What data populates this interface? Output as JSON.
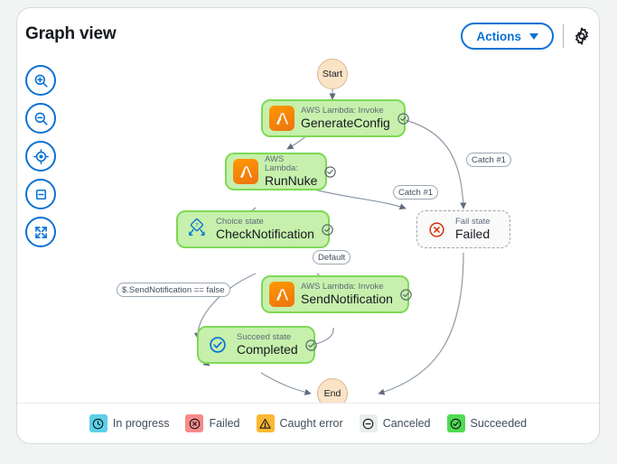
{
  "header": {
    "title": "Graph view",
    "actions_label": "Actions",
    "caret_icon": "chevron-down-icon",
    "settings_icon": "gear-icon"
  },
  "toolbar": {
    "items": [
      {
        "name": "zoom-in-icon",
        "tooltip": "Zoom in"
      },
      {
        "name": "zoom-out-icon",
        "tooltip": "Zoom out"
      },
      {
        "name": "center-target-icon",
        "tooltip": "Center"
      },
      {
        "name": "fit-screen-icon",
        "tooltip": "Fit to window"
      },
      {
        "name": "expand-icon",
        "tooltip": "Full screen"
      }
    ]
  },
  "graph": {
    "start_label": "Start",
    "end_label": "End",
    "nodes": [
      {
        "id": "generateconfig",
        "type": "AWS Lambda: Invoke",
        "name": "GenerateConfig",
        "icon": "lambda-icon",
        "status": "succeeded"
      },
      {
        "id": "runnuke",
        "type": "AWS Lambda:",
        "name": "RunNuke",
        "icon": "lambda-icon",
        "status": "succeeded"
      },
      {
        "id": "checknotification",
        "type": "Choice state",
        "name": "CheckNotification",
        "icon": "choice-icon",
        "status": "succeeded"
      },
      {
        "id": "failed",
        "type": "Fail state",
        "name": "Failed",
        "icon": "fail-icon",
        "status": "none"
      },
      {
        "id": "sendnotification",
        "type": "AWS Lambda: Invoke",
        "name": "SendNotification",
        "icon": "lambda-icon",
        "status": "succeeded"
      },
      {
        "id": "completed",
        "type": "Succeed state",
        "name": "Completed",
        "icon": "succeed-icon",
        "status": "succeeded"
      }
    ],
    "edge_labels": [
      {
        "id": "catch1-right",
        "text": "Catch #1"
      },
      {
        "id": "catch1-left",
        "text": "Catch #1"
      },
      {
        "id": "default",
        "text": "Default"
      },
      {
        "id": "send-false",
        "text": "$.SendNotification == false"
      }
    ]
  },
  "legend": {
    "items": [
      {
        "label": "In progress",
        "icon": "clock-icon",
        "bg": "#5bd0e8",
        "fg": "#16191f"
      },
      {
        "label": "Failed",
        "icon": "x-circle-icon",
        "bg": "#f68a8a",
        "fg": "#16191f"
      },
      {
        "label": "Caught error",
        "icon": "warning-triangle-icon",
        "bg": "#fcb831",
        "fg": "#16191f"
      },
      {
        "label": "Canceled",
        "icon": "minus-circle-icon",
        "bg": "#eaeded",
        "fg": "#16191f"
      },
      {
        "label": "Succeeded",
        "icon": "check-circle-icon",
        "bg": "#4ddb52",
        "fg": "#16191f"
      }
    ]
  },
  "colors": {
    "accent": "#0972d3",
    "node_fill": "#c6f0ac",
    "node_border": "#7ed957",
    "terminal_fill": "#fbe3c6",
    "lambda_orange": "#ec7211",
    "fail_red": "#d13212"
  }
}
